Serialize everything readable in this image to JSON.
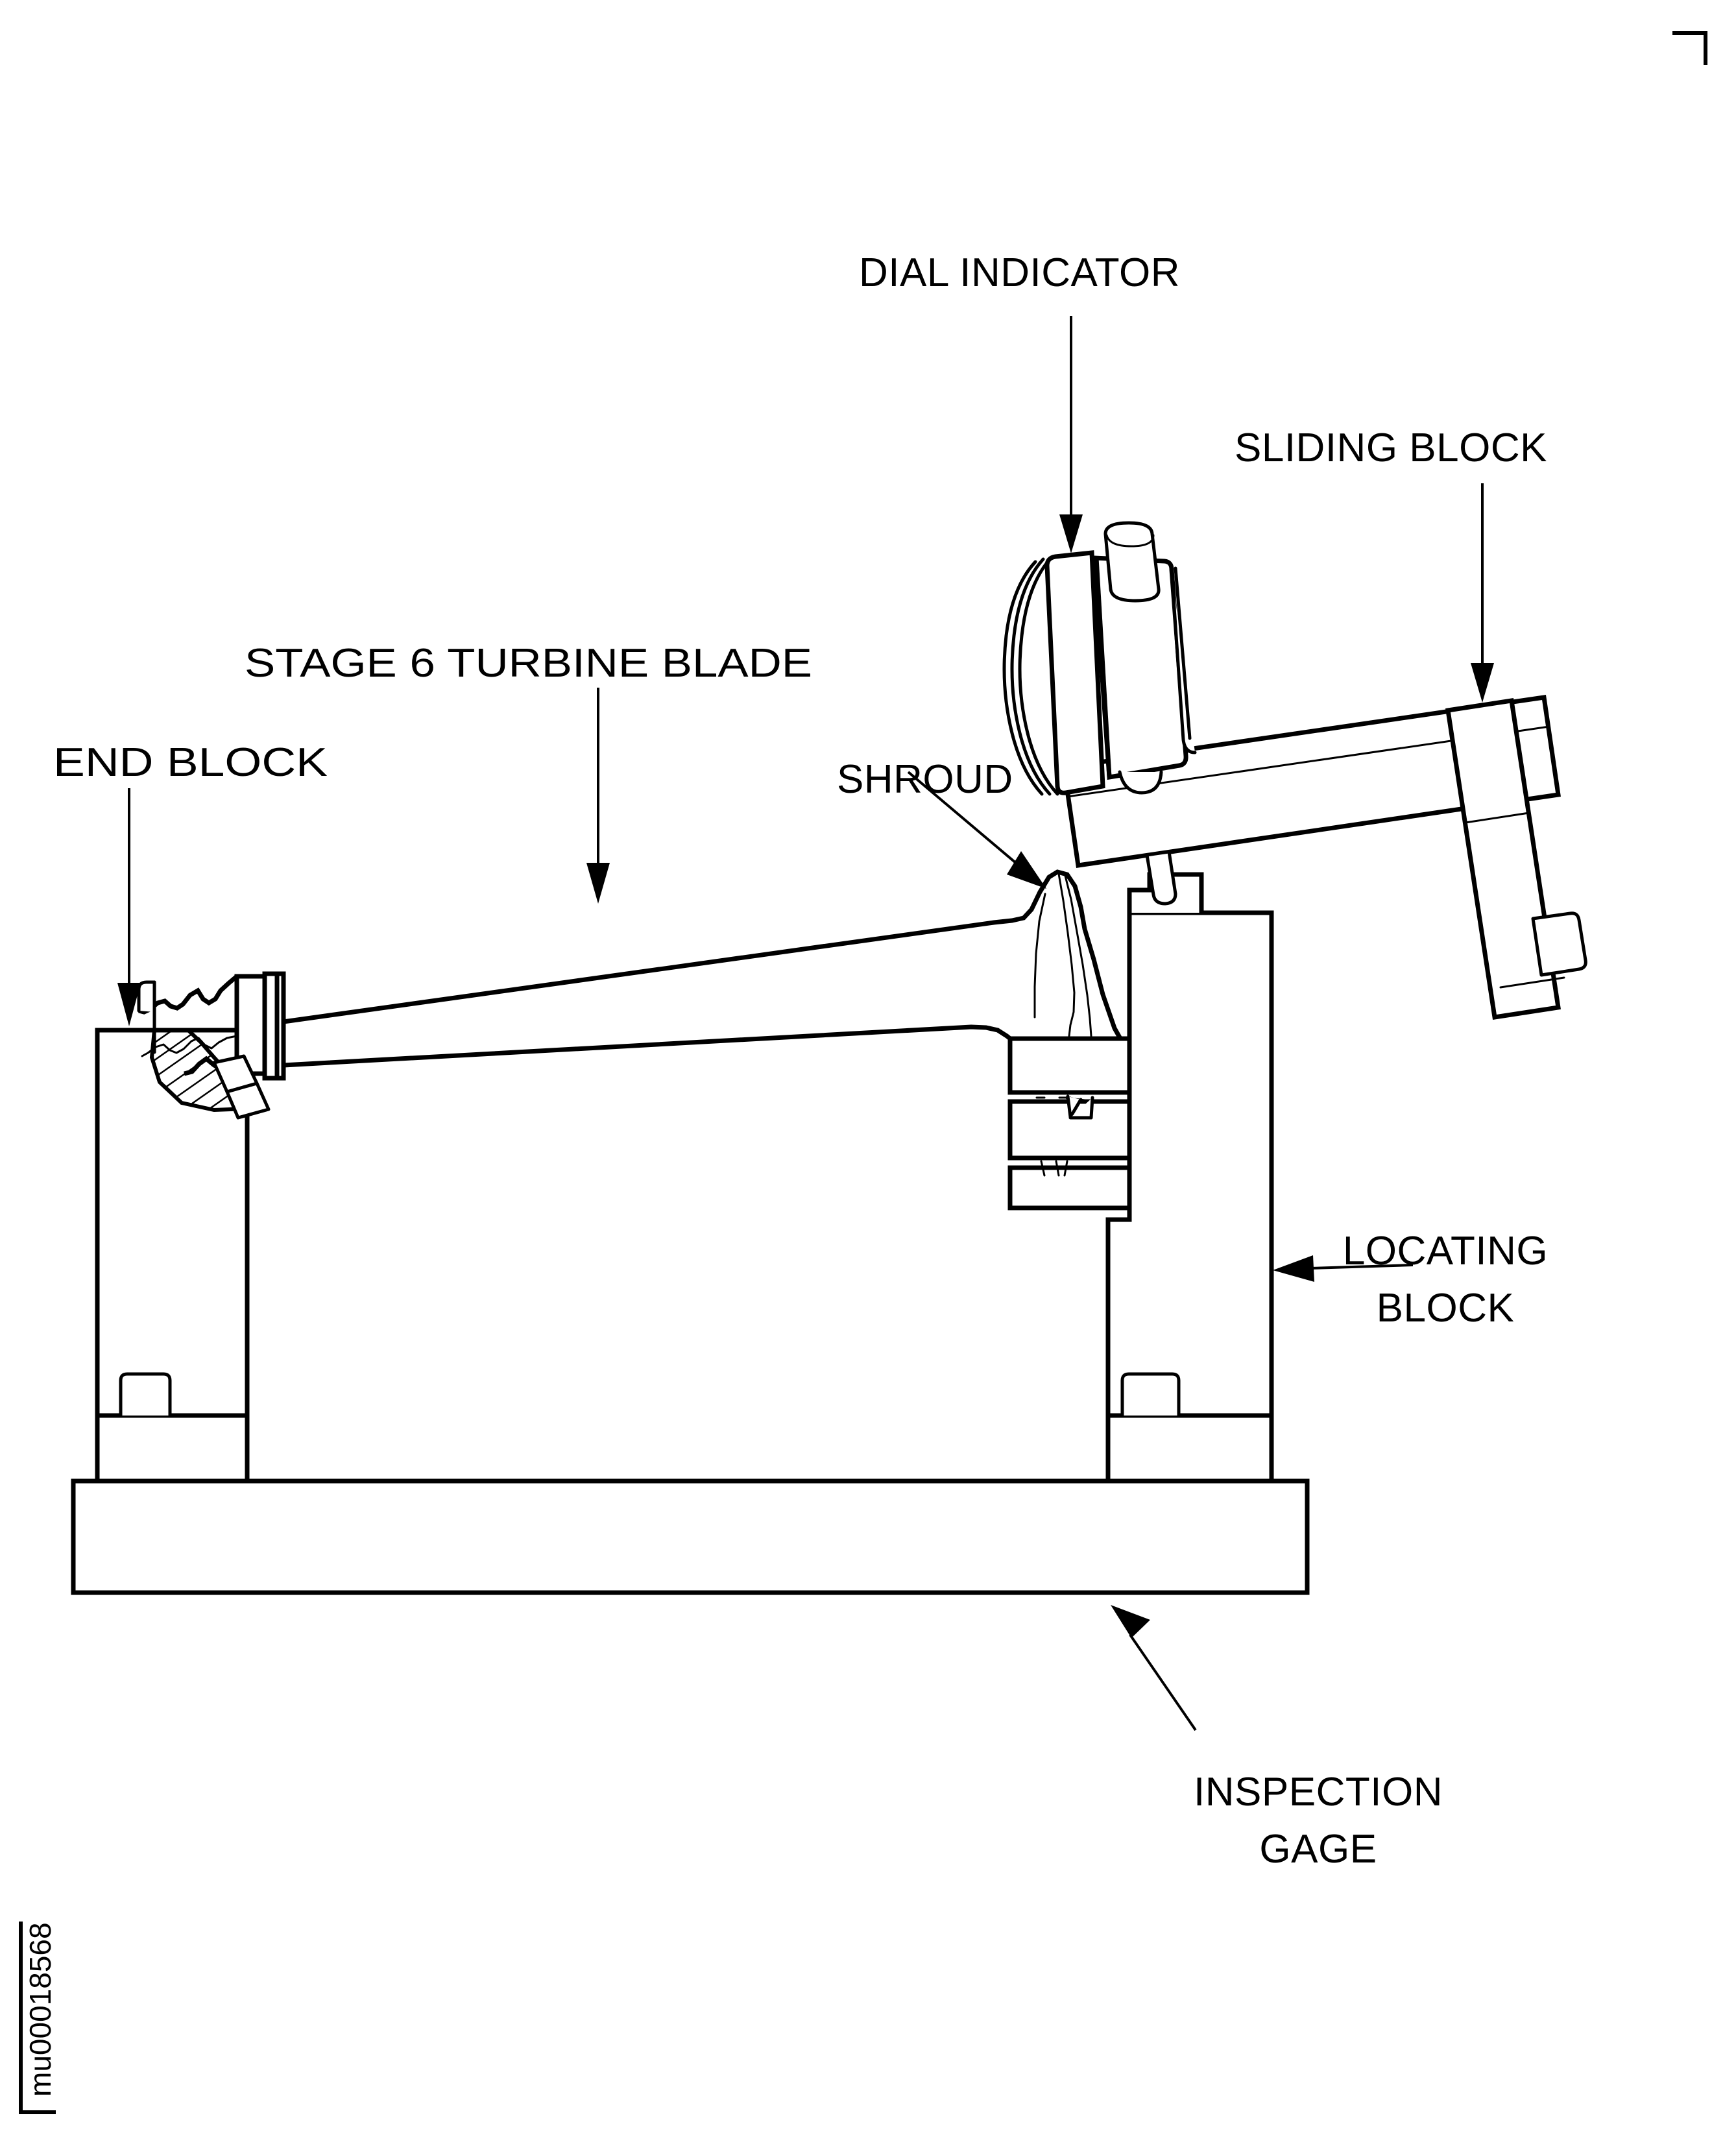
{
  "figure": {
    "title": "Turbine Blade Inspection Gage",
    "drawing_code": "mu00018568",
    "corner_mark": "registration-corner-mark",
    "line_color": "#000000",
    "background_color": "#ffffff"
  },
  "labels": {
    "dial_indicator": "DIAL INDICATOR",
    "sliding_block": "SLIDING BLOCK",
    "stage_6_turbine_blade": "STAGE 6 TURBINE BLADE",
    "end_block": "END BLOCK",
    "shroud": "SHROUD",
    "locating_block_line1": "LOCATING",
    "locating_block_line2": "BLOCK",
    "inspection_gage_line1": "INSPECTION",
    "inspection_gage_line2": "GAGE"
  },
  "parts": [
    {
      "id": "dial-indicator",
      "label": "DIAL INDICATOR",
      "callout": "top"
    },
    {
      "id": "sliding-block",
      "label": "SLIDING BLOCK",
      "callout": "top-right"
    },
    {
      "id": "stage-6-turbine-blade",
      "label": "STAGE 6 TURBINE BLADE",
      "callout": "top-left"
    },
    {
      "id": "end-block",
      "label": "END BLOCK",
      "callout": "left"
    },
    {
      "id": "shroud",
      "label": "SHROUD",
      "callout": "middle"
    },
    {
      "id": "locating-block",
      "label": "LOCATING BLOCK",
      "callout": "right"
    },
    {
      "id": "inspection-gage",
      "label": "INSPECTION GAGE",
      "callout": "bottom"
    }
  ]
}
